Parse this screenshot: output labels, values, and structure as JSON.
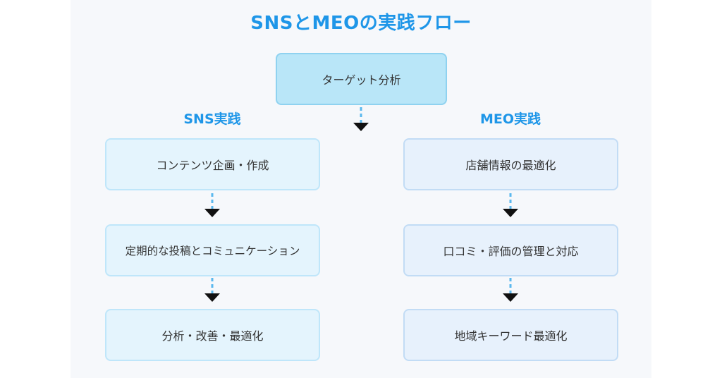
{
  "title": "SNSとMEOの実践フロー",
  "top_node": "ターゲット分析",
  "sns": {
    "heading": "SNS実践",
    "steps": [
      "コンテンツ企画・作成",
      "定期的な投稿とコミュニケーション",
      "分析・改善・最適化"
    ]
  },
  "meo": {
    "heading": "MEO実践",
    "steps": [
      "店舗情報の最適化",
      "口コミ・評価の管理と対応",
      "地域キーワード最適化"
    ]
  },
  "colors": {
    "accent": "#1e96e8",
    "top_box": "#b9e6f8",
    "sns_box": "#e4f4fd",
    "meo_box": "#e7f1fc",
    "connector_line": "#5bb8ee",
    "arrowhead": "#111111"
  }
}
